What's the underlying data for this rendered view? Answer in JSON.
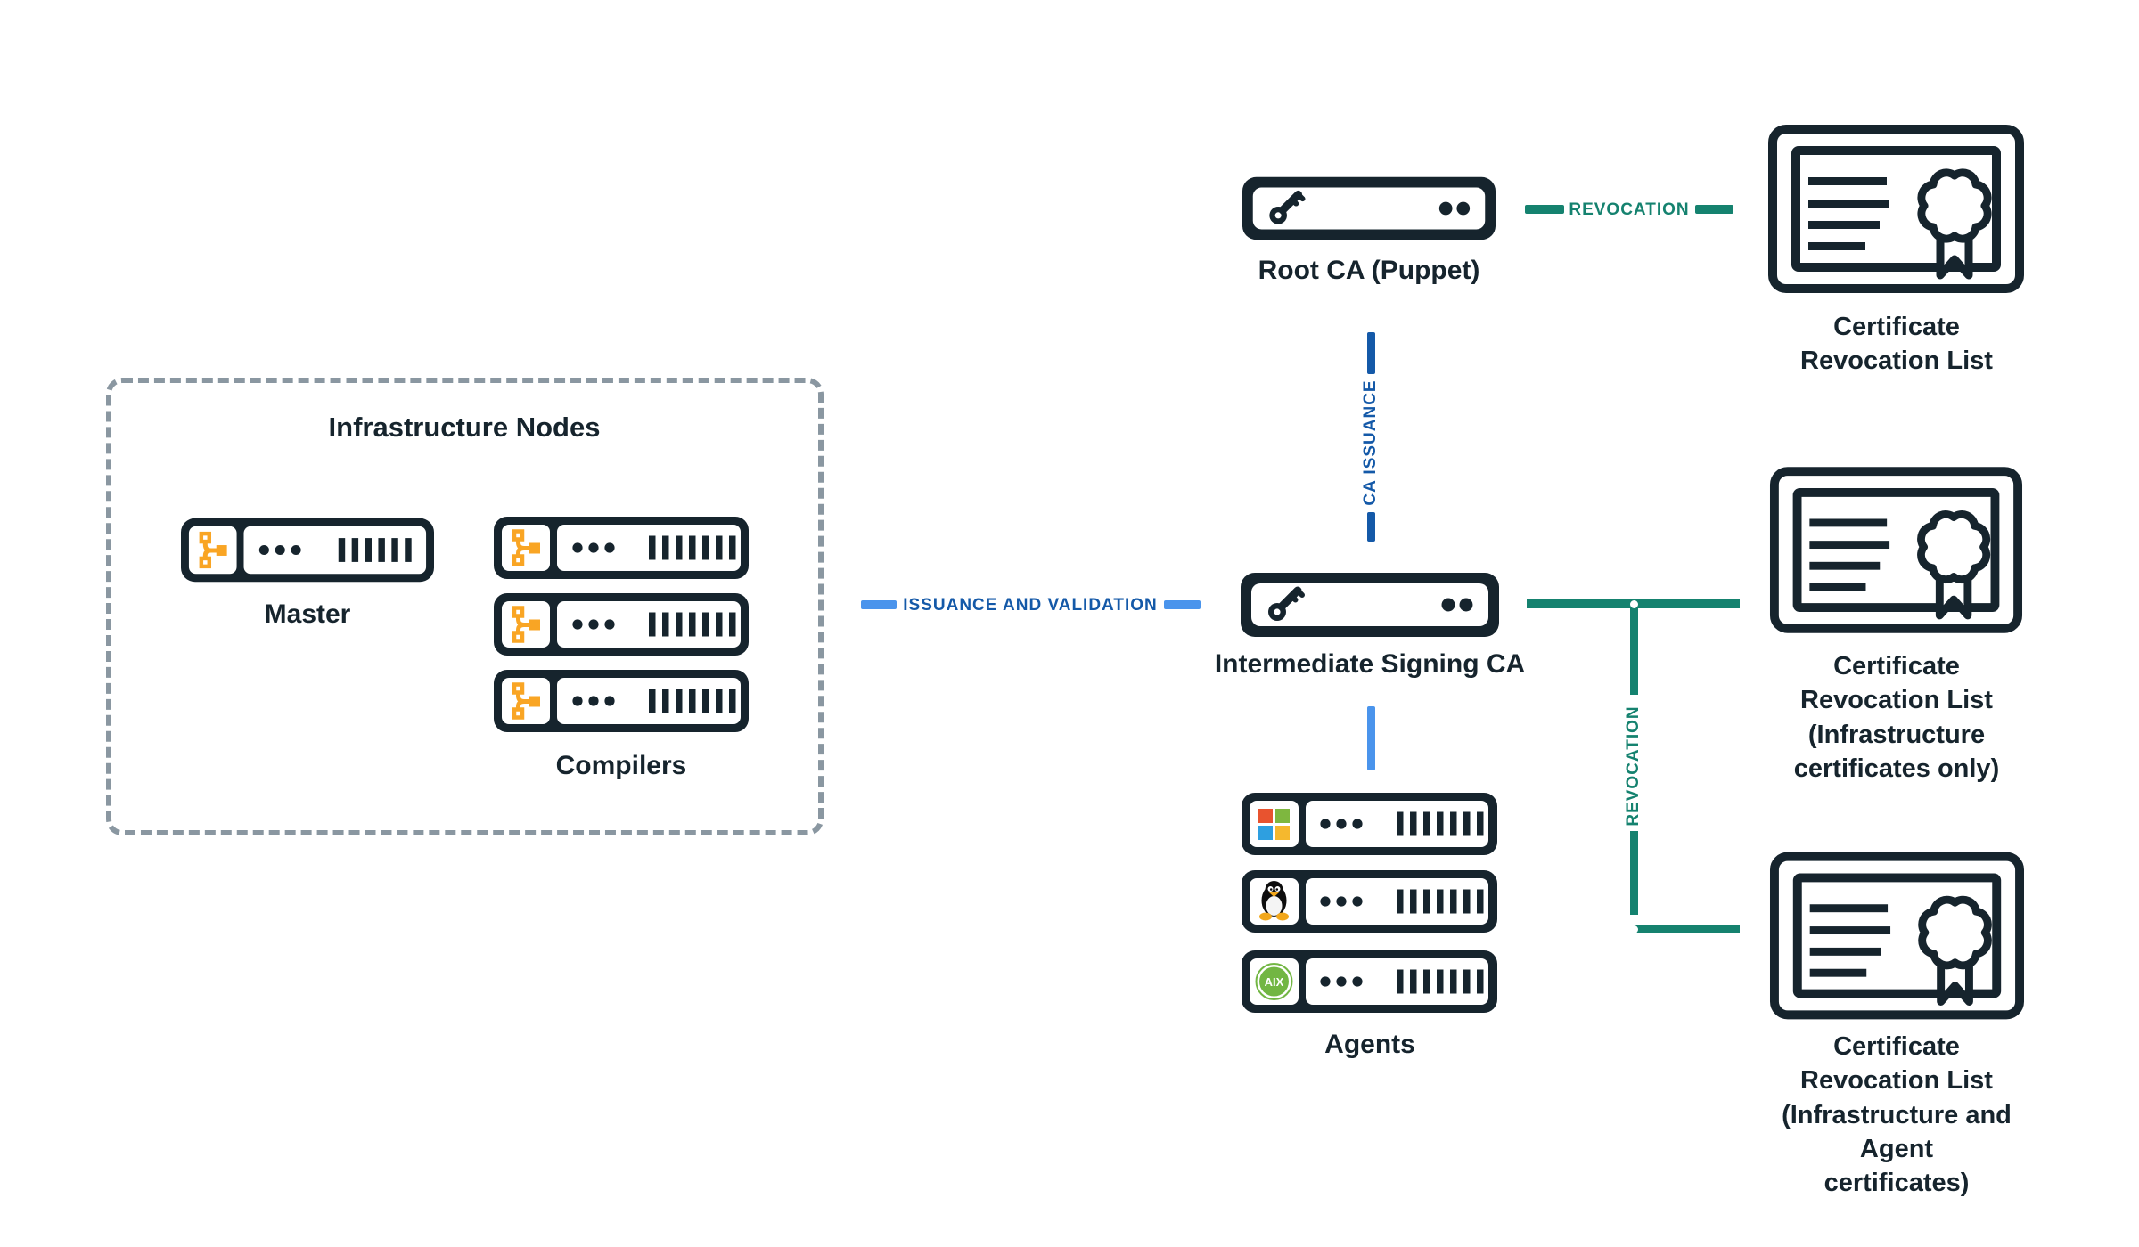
{
  "colors": {
    "dark": "#16242D",
    "teal": "#15826F",
    "blue_light": "#4A94EC",
    "blue_dark": "#1459A8",
    "orange": "#F9A524",
    "gray_dot": "#8A97A1",
    "win_red": "#E8532F",
    "win_green": "#7EB73F",
    "win_blue": "#2E9FE0",
    "win_yellow": "#F5B82E",
    "aix_green": "#72B643",
    "tux_orange": "#F2A71B"
  },
  "infrastructure": {
    "title": "Infrastructure Nodes",
    "master_label": "Master",
    "compilers_label": "Compilers"
  },
  "nodes": {
    "root_ca": {
      "label": "Root CA (Puppet)"
    },
    "intermediate_ca": {
      "label": "Intermediate Signing CA"
    },
    "agents": {
      "label": "Agents",
      "aix_badge": "AIX"
    }
  },
  "connectors": {
    "revocation_root": {
      "label": "REVOCATION"
    },
    "ca_issuance": {
      "label": "CA ISSUANCE"
    },
    "issuance_validation": {
      "label": "ISSUANCE AND VALIDATION"
    },
    "revocation_intermediate": {
      "label": "REVOCATION"
    }
  },
  "crl": {
    "root": {
      "label": "Certificate Revocation List"
    },
    "infrastructure": {
      "label": "Certificate Revocation List\n(Infrastructure\ncertificates only)"
    },
    "infrastructure_agent": {
      "label": "Certificate Revocation List\n(Infrastructure and Agent\ncertificates)"
    }
  }
}
